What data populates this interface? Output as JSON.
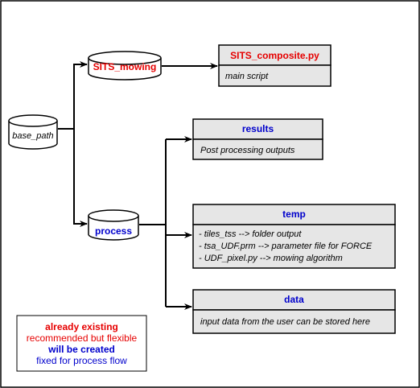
{
  "colors": {
    "red": "#e60000",
    "blue": "#0000cc",
    "header_fill": "#e6e6e6",
    "body_fill": "#e6e6e6",
    "stroke": "#000000"
  },
  "cylinders": {
    "base_path": "base_path",
    "sits_mowing": "SITS_mowing",
    "process": "process"
  },
  "boxes": {
    "composite": {
      "title": "SITS_composite.py",
      "lines": [
        "main script"
      ]
    },
    "results": {
      "title": "results",
      "lines": [
        "Post processing outputs"
      ]
    },
    "temp": {
      "title": "temp",
      "lines": [
        "- tiles_tss --> folder output",
        "- tsa_UDF.prm --> parameter file for FORCE",
        "- UDF_pixel.py --> mowing algorithm"
      ]
    },
    "data": {
      "title": "data",
      "lines": [
        "input data from the user can be stored here"
      ]
    }
  },
  "legend": {
    "existing": "already existing",
    "recommended": "recommended but flexible",
    "created": "will be created",
    "fixed": "fixed for process flow"
  }
}
